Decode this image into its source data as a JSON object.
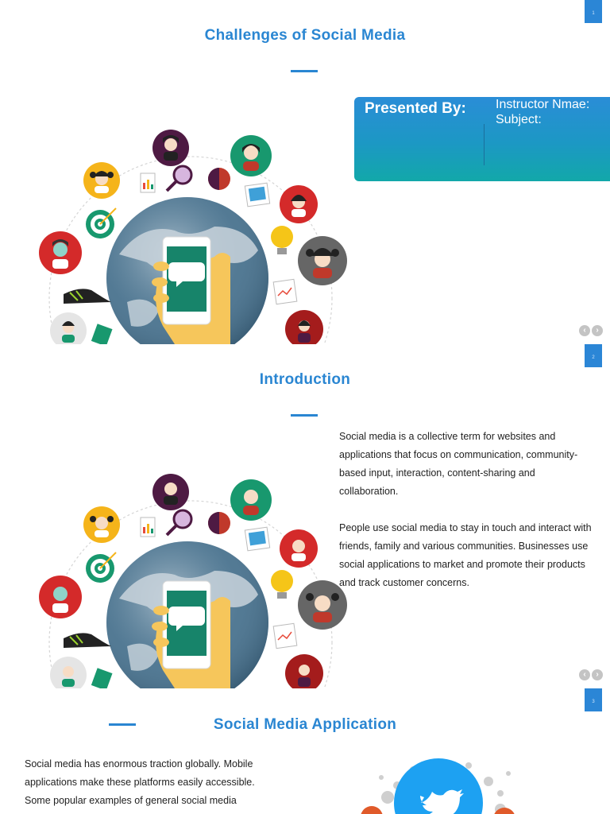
{
  "slides": [
    {
      "number": "1",
      "title": "Challenges of Social Media",
      "presenter": {
        "label": "Presented By:",
        "instructor": "Instructor Nmae:",
        "subject": "Subject:"
      }
    },
    {
      "number": "2",
      "title": "Introduction",
      "paragraphs": [
        "Social media is a collective term for websites and applications that focus on communication, community-based input, interaction, content-sharing and collaboration.",
        "People use social media to stay in touch and interact with friends, family and various communities. Businesses use social applications to market and promote their products and track customer concerns."
      ]
    },
    {
      "number": "3",
      "title": "Social Media Application",
      "paragraphs": [
        "Social media has enormous traction globally. Mobile applications make these platforms easily accessible. Some popular examples of general social media"
      ]
    }
  ],
  "nav": {
    "prev": "‹",
    "next": "›"
  },
  "colors": {
    "accent": "#2a86d2",
    "box_top": "#2a8dd7",
    "box_bottom": "#12a8a9",
    "twitter": "#1da1f2"
  },
  "icons": [
    "globe-icon",
    "smartphone-icon",
    "chat-bubble-icon",
    "avatar-icon",
    "target-icon",
    "magnifier-icon",
    "lightbulb-icon",
    "sneaker-icon",
    "chart-icon",
    "photo-icon",
    "twitter-bird-icon"
  ]
}
